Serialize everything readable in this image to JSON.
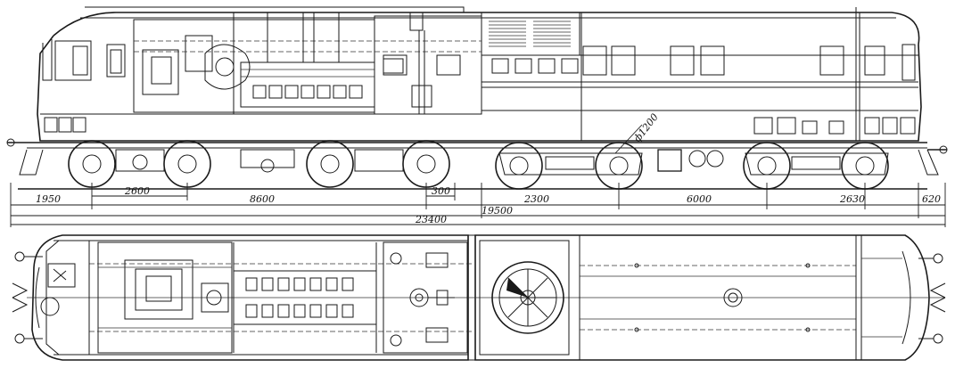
{
  "drawing": {
    "colors": {
      "ink": "#1a1a1a",
      "paper": "#ffffff"
    },
    "dimensions": {
      "overhang_front": "1950",
      "bogie_wheelbase_front": "2600",
      "bogie_centers_front": "8600",
      "gap": "300",
      "bogie_centers_rear": "2300",
      "bogie_spacing": "6000",
      "bogie_wheelbase_rear": "2630",
      "overhang_rear": "620",
      "body_length": "19500",
      "total_length": "23400",
      "wheel_diameter": "ф1200"
    }
  }
}
